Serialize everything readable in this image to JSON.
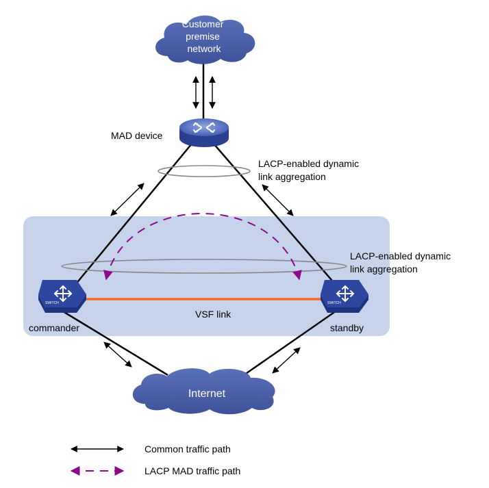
{
  "nodes": {
    "customer_network": [
      "Customer",
      "premise",
      "network"
    ],
    "mad_device": "MAD device",
    "commander": "commander",
    "standby": "standby",
    "internet": "Internet",
    "switch_badge": "SWITCH"
  },
  "annotations": {
    "lacp_upper": [
      "LACP-enabled dynamic",
      "link aggregation"
    ],
    "lacp_lower": [
      "LACP-enabled dynamic",
      "link aggregation"
    ],
    "vsf_link": "VSF link"
  },
  "legend": {
    "common": "Common traffic path",
    "lacp_mad": "LACP MAD traffic path"
  },
  "colors": {
    "cloud": "#4a5fa8",
    "vsf_panel": "#c7d3eb",
    "vsf_link": "#ff6a1a",
    "mad_path": "#8b0a8b",
    "switch_top": "#2d47a0",
    "device_body": "#2a3f8f"
  }
}
